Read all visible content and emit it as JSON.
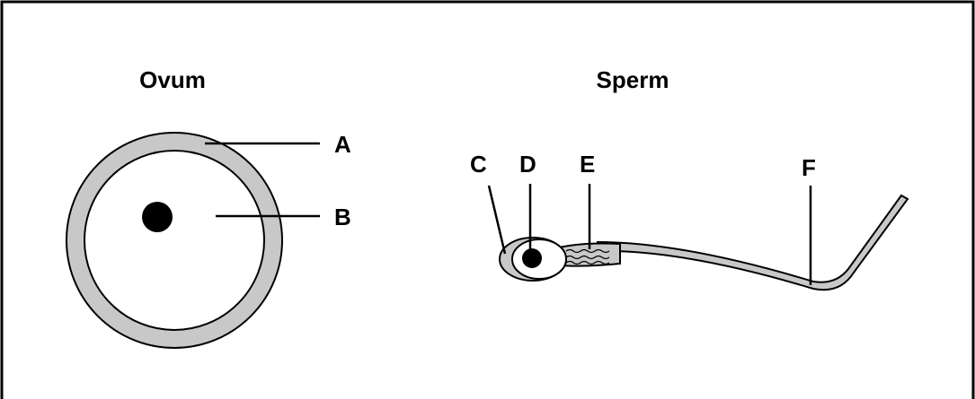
{
  "titles": {
    "ovum": "Ovum",
    "sperm": "Sperm"
  },
  "labels": {
    "a": "A",
    "b": "B",
    "c": "C",
    "d": "D",
    "e": "E",
    "f": "F"
  },
  "colors": {
    "membrane": "#c8c8c8",
    "nucleus": "#000000",
    "cytoplasm": "#ffffff",
    "outline": "#000000"
  }
}
